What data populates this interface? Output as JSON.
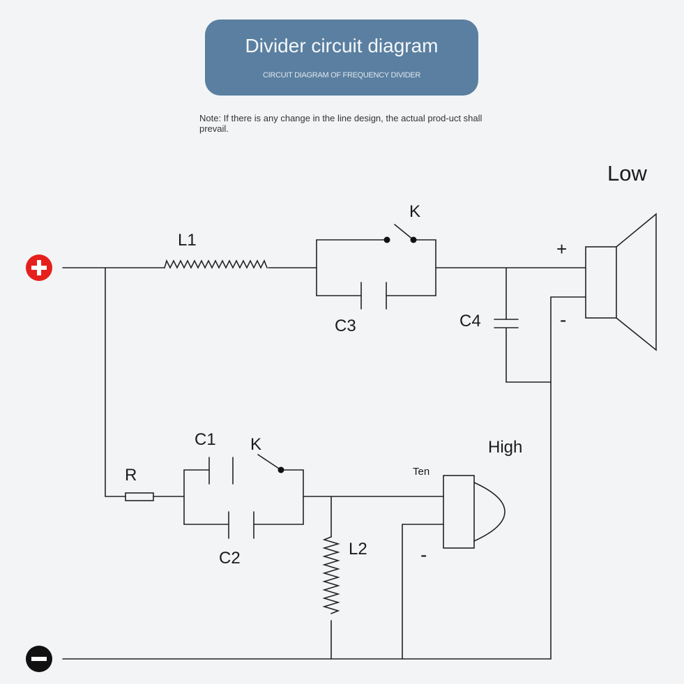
{
  "header": {
    "title": "Divider circuit diagram",
    "subtitle": "CIRCUIT DIAGRAM OF FREQUENCY DIVIDER"
  },
  "note": "Note: If there is any change in the line design, the actual prod-uct shall prevail.",
  "labels": {
    "l1": "L1",
    "k_top": "K",
    "c3": "C3",
    "c4": "C4",
    "low": "Low",
    "low_plus": "+",
    "low_minus": "-",
    "r": "R",
    "c1": "C1",
    "k_bottom": "K",
    "c2": "C2",
    "l2": "L2",
    "high": "High",
    "ten": "Ten",
    "high_minus": "-"
  },
  "terminals": {
    "positive_color": "#e5201c",
    "negative_color": "#111111"
  }
}
